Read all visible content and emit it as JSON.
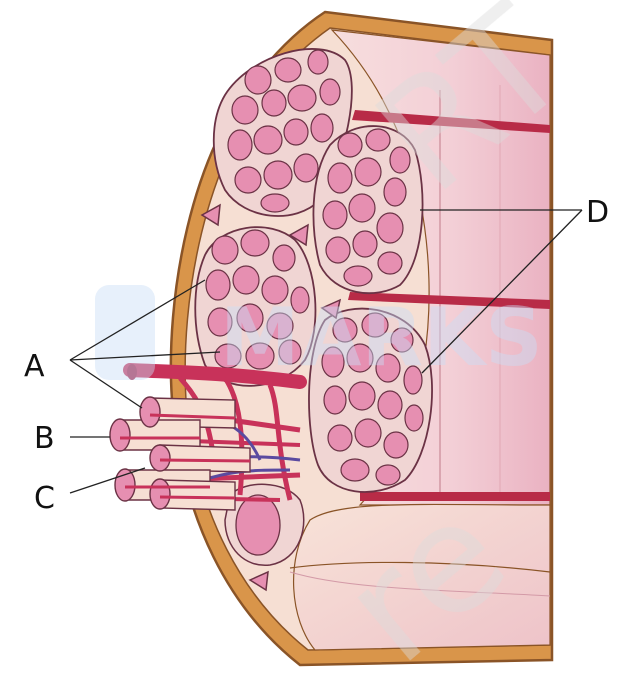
{
  "labels": {
    "a": "A",
    "b": "B",
    "c": "C",
    "d": "D"
  },
  "watermark": {
    "top": "MARKS",
    "bottom": "re",
    "diagonal": "RT"
  },
  "colors": {
    "outer_sheath": "#d9954a",
    "sheath_edge": "#8a5427",
    "tissue": "#f6dfd3",
    "fascicle_sheath": "#f0d5d3",
    "fibre_fill": "#e68fb1",
    "fibre_edge": "#6b3245",
    "fibre_highlight": "#f4c6d6",
    "artery": "#c8325a",
    "vein": "#5a4aa0",
    "muscle_strip": "#f1c6cf",
    "divider": "#b82b47",
    "watermark": "#c9ddf5"
  }
}
